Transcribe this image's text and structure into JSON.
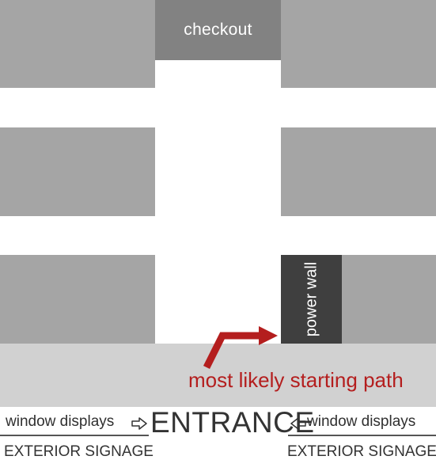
{
  "floor_plan": {
    "checkout_label": "checkout",
    "power_wall_label": "power wall",
    "starting_path_label": "most likely starting path",
    "entrance_label": "ENTRANCE",
    "window_displays_left": "window displays",
    "window_displays_right": "window displays",
    "exterior_signage_left": "EXTERIOR SIGNAGE",
    "exterior_signage_right": "EXTERIOR SIGNAGE"
  },
  "colors": {
    "shelf": "#a5a5a5",
    "checkout": "#828282",
    "power_wall": "#3f3f3f",
    "entry_zone": "#d1d1d1",
    "path_arrow": "#b41e1e"
  }
}
